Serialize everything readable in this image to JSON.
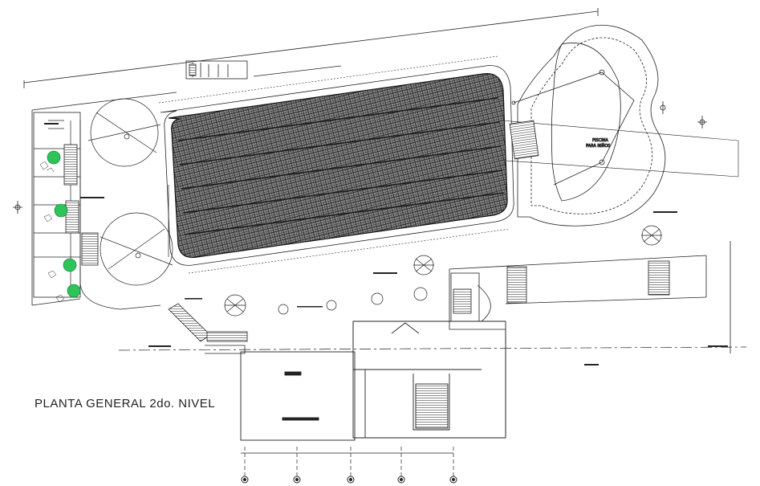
{
  "drawing": {
    "title": "PLANTA GENERAL 2do. NIVEL",
    "pool_label_line1": "PISCINA",
    "pool_label_line2": "PARA NIÑOS"
  },
  "colors": {
    "line": "#222222",
    "hatch": "#555555",
    "tree_green": "#2ec45a",
    "background": "#ffffff"
  },
  "icons": [
    "tree-icon",
    "north-arrow-icon",
    "column-axis-marker-icon",
    "stair-icon"
  ]
}
